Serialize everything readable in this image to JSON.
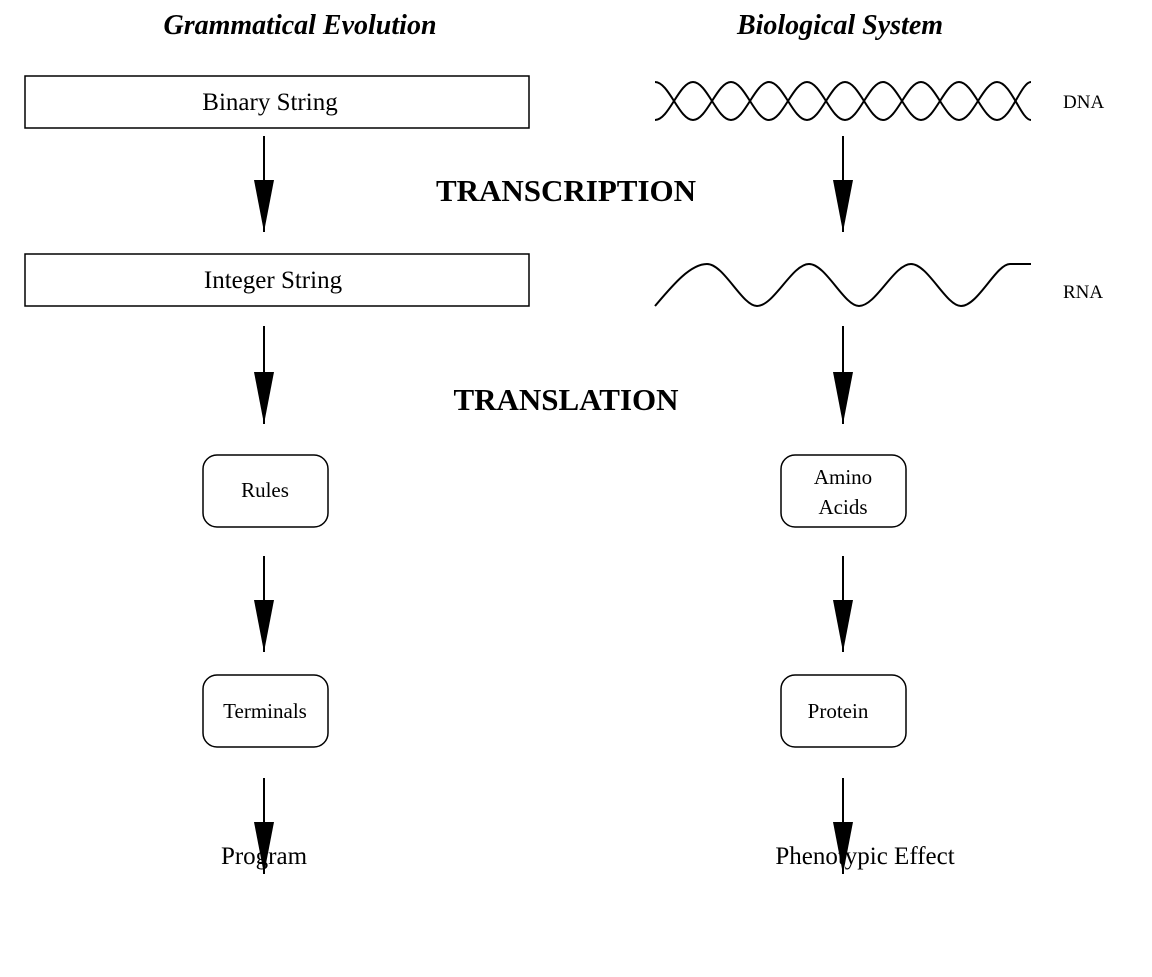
{
  "headings": {
    "left": "Grammatical Evolution",
    "right": "Biological System"
  },
  "stages": {
    "transcription": "TRANSCRIPTION",
    "translation": "TRANSLATION"
  },
  "left_column": {
    "binary_string": "Binary String",
    "integer_string": "Integer String",
    "rules": "Rules",
    "terminals": "Terminals",
    "output": "Program"
  },
  "right_column": {
    "dna": "DNA",
    "rna": "RNA",
    "amino_acids_line1": "Amino",
    "amino_acids_line2": "Acids",
    "protein": "Protein",
    "output": "Phenotypic Effect"
  }
}
